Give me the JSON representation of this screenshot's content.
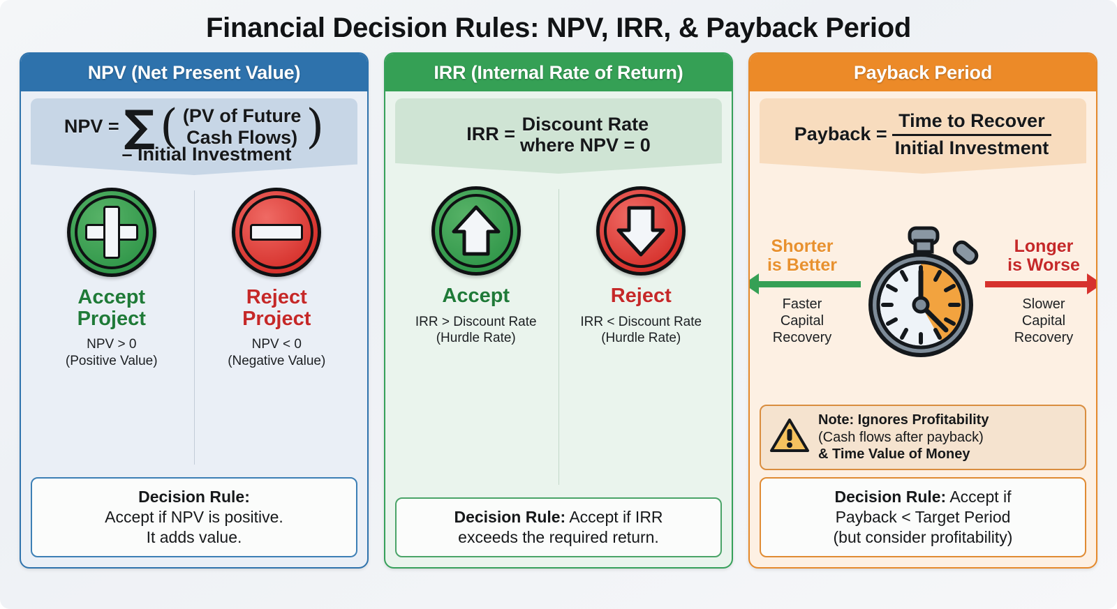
{
  "title": "Financial Decision Rules: NPV, IRR, & Payback Period",
  "colors": {
    "npv_accent": "#2e72ac",
    "irr_accent": "#35a055",
    "payback_accent": "#ec8a28",
    "accept_green": "#1f7a38",
    "reject_red": "#c52828"
  },
  "panels": {
    "npv": {
      "header": "NPV (Net Present Value)",
      "formula": {
        "lhs": "NPV =",
        "sigma": "∑",
        "paren_line1": "(PV of Future",
        "paren_line2": "Cash Flows)",
        "line2": "– Initial Investment"
      },
      "accept": {
        "icon": "plus-circle-icon",
        "label_line1": "Accept",
        "label_line2": "Project",
        "sub_line1": "NPV > 0",
        "sub_line2": "(Positive Value)"
      },
      "reject": {
        "icon": "minus-circle-icon",
        "label_line1": "Reject",
        "label_line2": "Project",
        "sub_line1": "NPV < 0",
        "sub_line2": "(Negative Value)"
      },
      "rule": {
        "label": "Decision Rule:",
        "text_line1": "Accept if NPV is positive.",
        "text_line2": "It adds value."
      }
    },
    "irr": {
      "header": "IRR (Internal Rate of Return)",
      "formula": {
        "lhs": "IRR =",
        "rhs_line1": "Discount Rate",
        "rhs_line2": "where NPV = 0"
      },
      "accept": {
        "icon": "arrow-up-circle-icon",
        "label_line1": "Accept",
        "sub_line1": "IRR > Discount Rate",
        "sub_line2": "(Hurdle Rate)"
      },
      "reject": {
        "icon": "arrow-down-circle-icon",
        "label_line1": "Reject",
        "sub_line1": "IRR < Discount Rate",
        "sub_line2": "(Hurdle Rate)"
      },
      "rule": {
        "label": "Decision Rule:",
        "text_line1": " Accept if IRR",
        "text_line2": "exceeds the required return."
      }
    },
    "payback": {
      "header": "Payback Period",
      "formula": {
        "lhs": "Payback =",
        "numerator": "Time to Recover",
        "denominator": "Initial Investment"
      },
      "left": {
        "big_line1": "Shorter",
        "big_line2": "is Better",
        "small_line1": "Faster",
        "small_line2": "Capital",
        "small_line3": "Recovery",
        "arrow": "arrow-left-icon"
      },
      "right": {
        "big_line1": "Longer",
        "big_line2": "is Worse",
        "small_line1": "Slower",
        "small_line2": "Capital",
        "small_line3": "Recovery",
        "arrow": "arrow-right-icon"
      },
      "center_icon": "stopwatch-icon",
      "note": {
        "icon": "warning-triangle-icon",
        "line1": "Note: Ignores Profitability",
        "line2": "(Cash flows after payback)",
        "line3": "& Time Value of Money"
      },
      "rule": {
        "label": "Decision Rule:",
        "text_line1": " Accept if",
        "text_line2": "Payback < Target Period",
        "text_line3": "(but consider profitability)"
      }
    }
  }
}
